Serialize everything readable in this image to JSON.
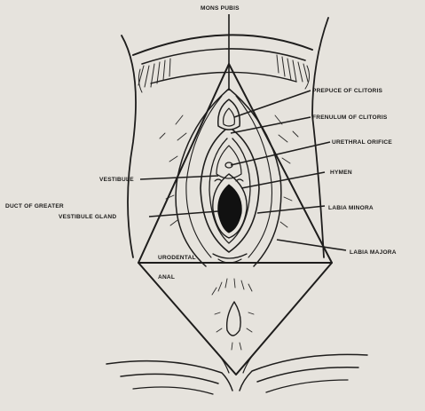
{
  "labels": {
    "mons_pubis": "MONS PUBIS",
    "prepuce_of_clitoris": "PREPUCE OF CLITORIS",
    "frenulum_of_clitoris": "FRENULUM OF CLITORIS",
    "urethral_orifice": "URETHRAL ORIFICE",
    "vestibule": "VESTIBULE",
    "hymen": "HYMEN",
    "duct_of_greater_line1": "DUCT OF GREATER",
    "duct_of_greater_line2": "VESTIBULE GLAND",
    "labia_minora": "LABIA MINORA",
    "labia_majora": "LABIA MAJORA",
    "urogenital": "URODENTAL",
    "anal": "ANAL"
  }
}
